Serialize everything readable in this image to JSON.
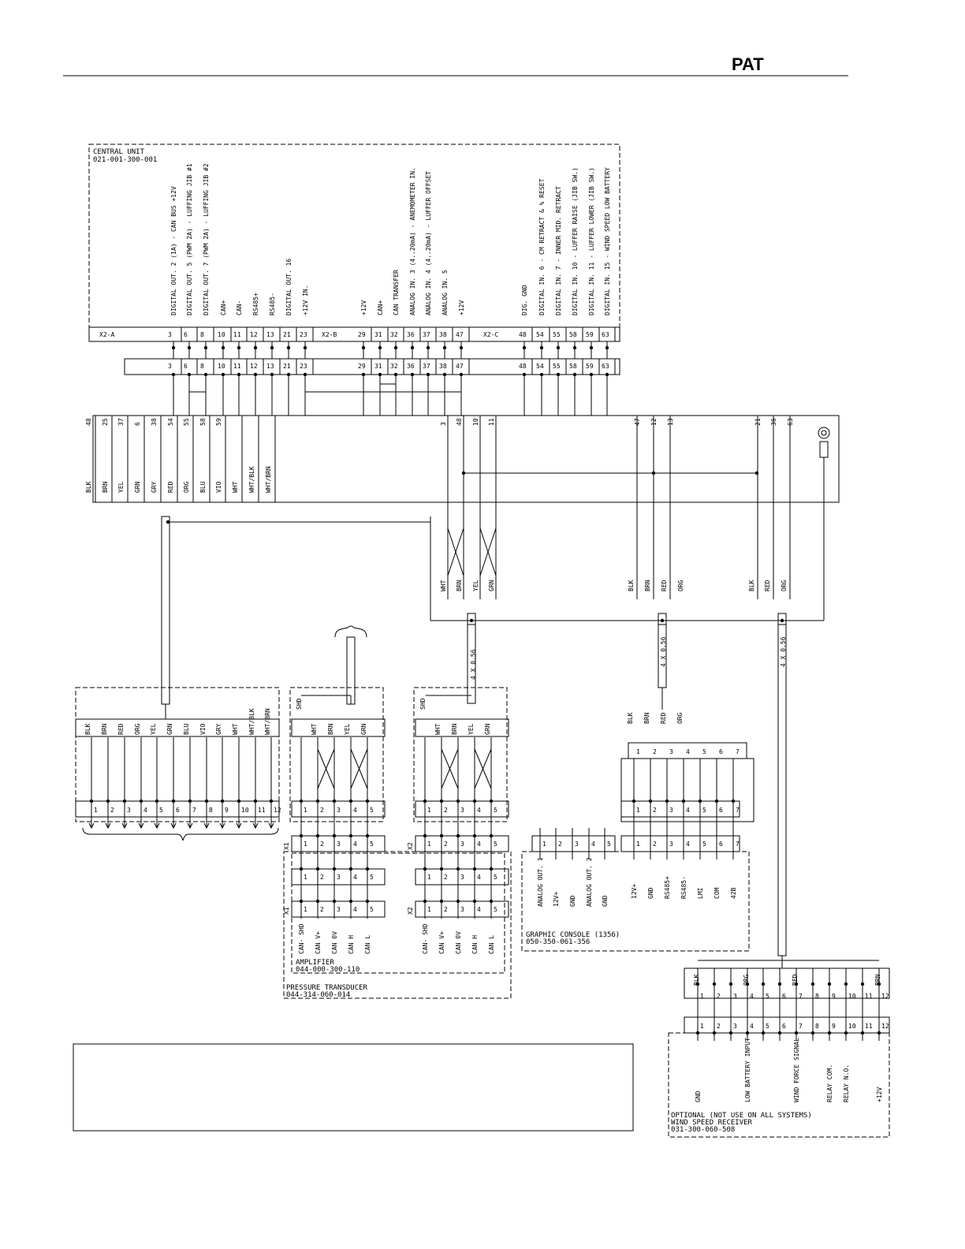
{
  "header": {
    "logo": "PAT"
  },
  "central_unit": {
    "title": "CENTRAL UNIT",
    "part": "021-001-300-001",
    "connectors": [
      "X2-A",
      "X2-B",
      "X2-C"
    ],
    "signals_a": [
      "DIGITAL OUT. 2 (1A) - CAN BUS +12V",
      "DIGITAL OUT. 5 (PWM 2A) - LUFFING JIB #1",
      "DIGITAL OUT. 7 (PWM 2A) - LUFFING JIB #2",
      "CAN+",
      "CAN-",
      "RS485+",
      "RS485-",
      "DIGITAL OUT. 16",
      "+12V IN."
    ],
    "pins_a": [
      "3",
      "6",
      "8",
      "10",
      "11",
      "12",
      "13",
      "21",
      "23"
    ],
    "signals_b": [
      "+12V",
      "CAN+",
      "CAN TRANSFER",
      "ANALOG IN. 3 (4..20mA) - ANEMOMETER IN.",
      "ANALOG IN. 4 (4..20mA) - LUFFER OFFSET",
      "ANALOG IN. 5",
      "+12V"
    ],
    "pins_b": [
      "29",
      "31",
      "32",
      "36",
      "37",
      "38",
      "47"
    ],
    "signals_c": [
      "DIG. GND",
      "DIGITAL IN. 6 - CM RETRACT & % RESET",
      "DIGITAL IN. 7 - INNER MID. RETRACT",
      "DIGITAL IN. 10 - LUFFER RAISE (JIB SW.)",
      "DIGITAL IN. 11 - LUFFER LOWER (JIB SW.)",
      "DIGITAL IN. 15 - WIND SPEED LOW BATTERY"
    ],
    "pins_c": [
      "48",
      "54",
      "55",
      "58",
      "59",
      "63"
    ]
  },
  "cable_main": {
    "pins": [
      "48",
      "25",
      "37",
      "6",
      "38",
      "54",
      "55",
      "58",
      "59"
    ],
    "colors": [
      "BLK",
      "BRN",
      "YEL",
      "GRN",
      "GRY",
      "RED",
      "ORG",
      "BLU",
      "VIO",
      "WHT",
      "WHT/BLK",
      "WHT/BRN"
    ]
  },
  "cable_can": {
    "pins": [
      "3",
      "48",
      "10",
      "11"
    ],
    "colors": [
      "WHT",
      "BRN",
      "YEL",
      "GRN"
    ]
  },
  "cable_console": {
    "pins": [
      "47",
      "12",
      "13"
    ],
    "colors": [
      "BLK",
      "BRN",
      "RED",
      "ORG"
    ]
  },
  "cable_wind": {
    "pins": [
      "21",
      "36",
      "63"
    ],
    "colors": [
      "BLK",
      "RED",
      "ORG"
    ]
  },
  "cable_sizes": {
    "can": "4 X 0.56",
    "console": "4 X 0.56",
    "wind": "4 X 0.56"
  },
  "block1": {
    "colors": [
      "BLK",
      "BRN",
      "RED",
      "ORG",
      "YEL",
      "GRN",
      "BLU",
      "VIO",
      "GRY",
      "WHT",
      "WHT/BLK",
      "WHT/BRN"
    ],
    "pins": [
      "1",
      "2",
      "3",
      "4",
      "5",
      "6",
      "7",
      "8",
      "9",
      "10",
      "11",
      "12"
    ]
  },
  "transducer": {
    "shield_label": "SHD",
    "colors": [
      "WHT",
      "BRN",
      "YEL",
      "GRN"
    ],
    "pins": [
      "1",
      "2",
      "3",
      "4",
      "5"
    ],
    "x1": "X1",
    "x2": "X2",
    "signals": [
      "CAN- SHD",
      "CAN V+",
      "CAN 0V",
      "CAN H",
      "CAN L"
    ],
    "amplifier_title": "AMPLIFIER",
    "amplifier_part": "044-000-300-110",
    "title": "PRESSURE TRANSDUCER",
    "part": "044-314-060-014"
  },
  "console": {
    "colors": [
      "BLK",
      "BRN",
      "RED",
      "ORG"
    ],
    "pins": [
      "1",
      "2",
      "3",
      "4",
      "5",
      "6",
      "7"
    ],
    "analog_pins": [
      "1",
      "2",
      "3",
      "4",
      "5"
    ],
    "analog_signals": [
      "ANALOG OUT. 1",
      "12V+",
      "GND",
      "ANALOG OUT. 2",
      "GND"
    ],
    "signals": [
      "12V+",
      "GND",
      "RS485+",
      "RS485-",
      "LMI",
      "COM",
      "42B"
    ],
    "title": "GRAPHIC CONSOLE (1356)",
    "part": "050-350-061-356"
  },
  "wind": {
    "colors": [
      "BLK",
      "ORG",
      "RED",
      "BRN"
    ],
    "pins": [
      "1",
      "2",
      "3",
      "4",
      "5",
      "6",
      "7",
      "8",
      "9",
      "10",
      "11",
      "12"
    ],
    "signals": [
      "GND",
      "LOW BATTERY INPUT",
      "WIND FORCE SIGNAL",
      "RELAY COM.",
      "RELAY N.O.",
      "+12V"
    ],
    "title1": "OPTIONAL (NOT USE ON ALL SYSTEMS)",
    "title2": "WIND SPEED RECEIVER",
    "part": "031-300-060-508"
  }
}
